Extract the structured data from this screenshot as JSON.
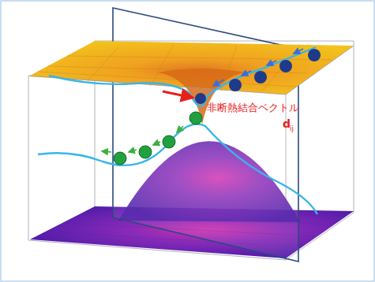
{
  "diagram": {
    "labels": [
      "非断熱結合ベクトル",
      "d",
      "ij"
    ]
  }
}
